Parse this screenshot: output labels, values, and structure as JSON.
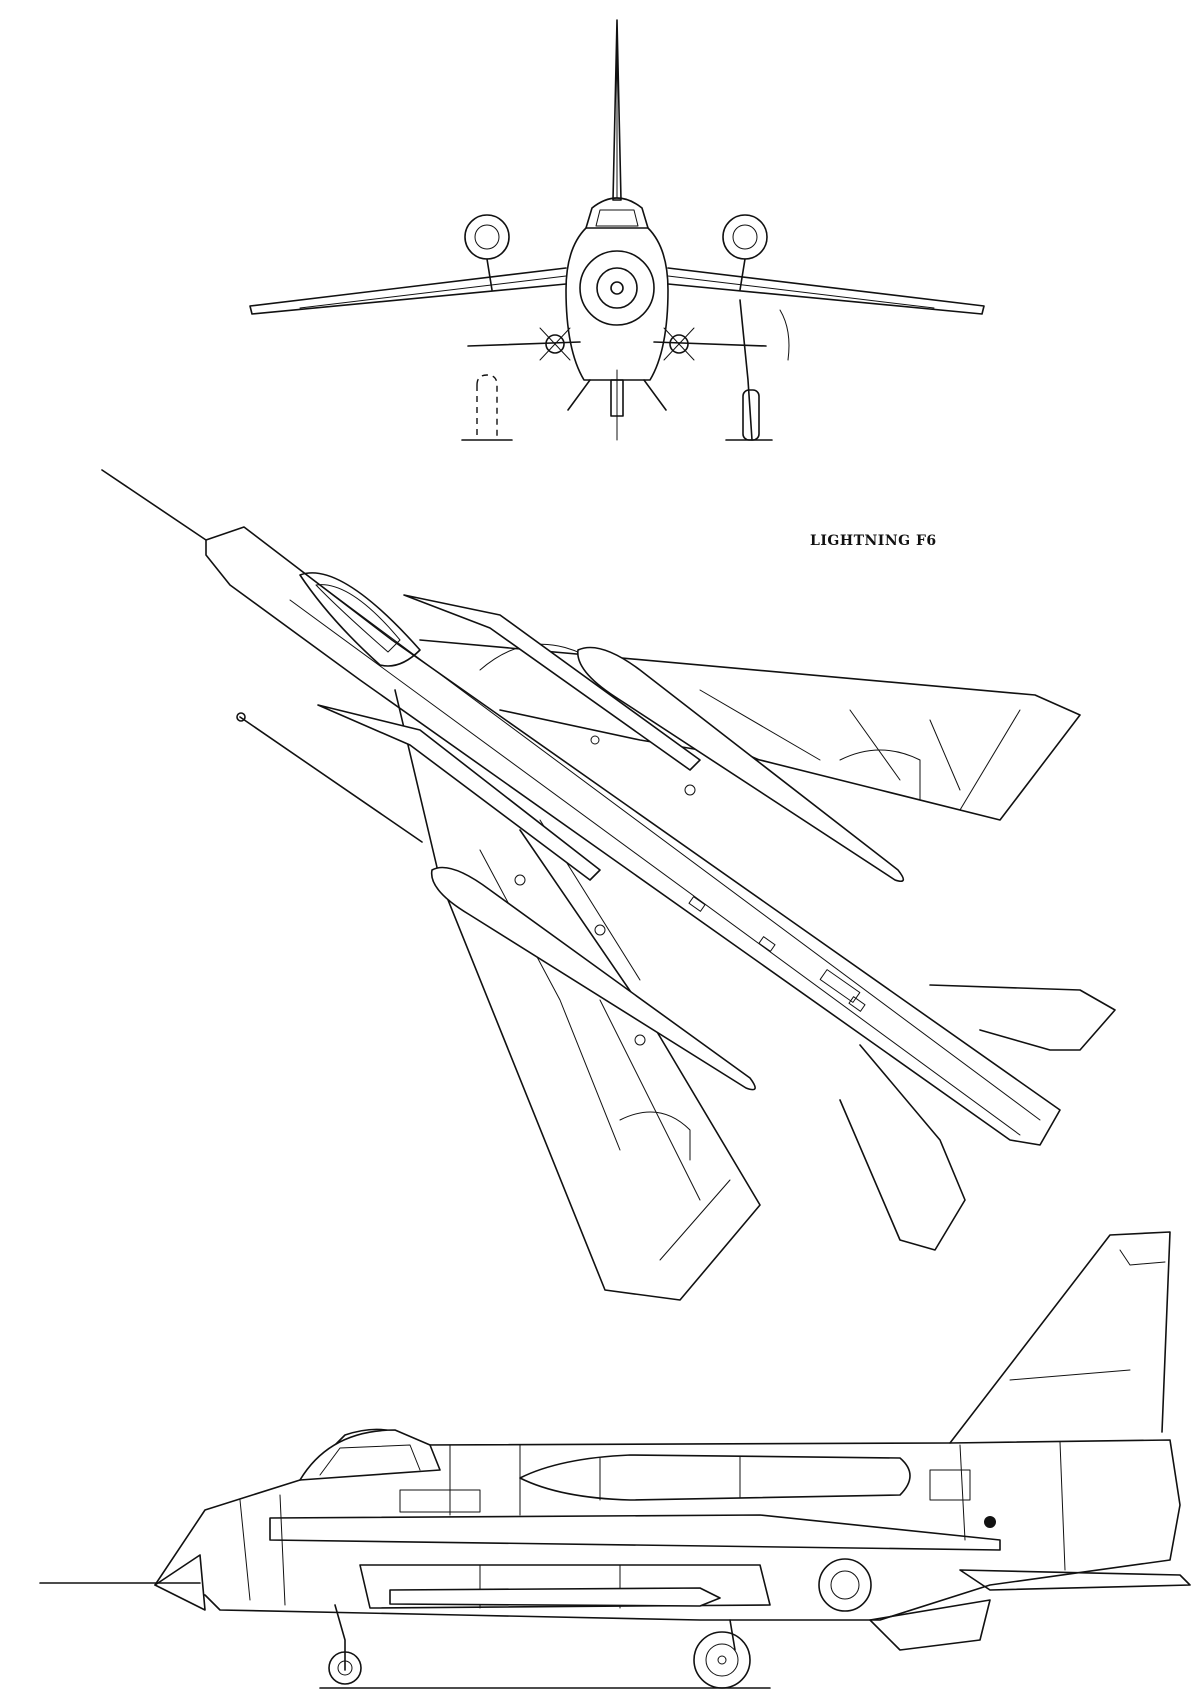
{
  "drawing": {
    "title": "LIGHTNING F6",
    "views": [
      "front-view",
      "plan-view",
      "side-view"
    ],
    "line_color": "#111111",
    "background_color": "#ffffff"
  }
}
